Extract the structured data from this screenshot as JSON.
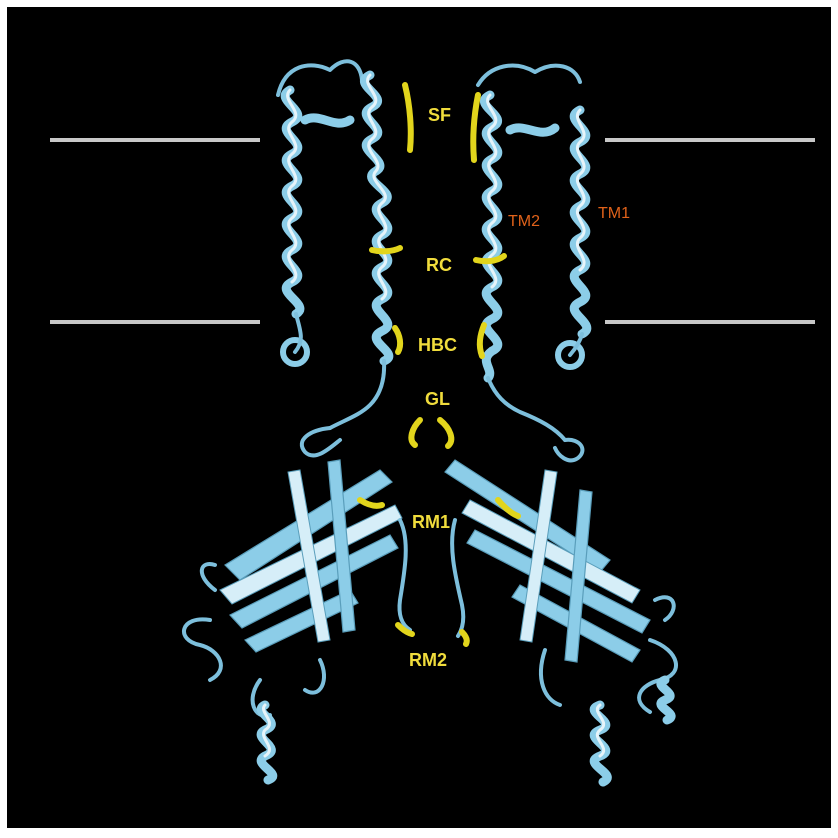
{
  "labels": {
    "sf": "SF",
    "rc": "RC",
    "hbc": "HBC",
    "gl": "GL",
    "rm1": "RM1",
    "rm2": "RM2",
    "tm1": "TM1",
    "tm2": "TM2"
  },
  "colors": {
    "background": "#000000",
    "protein": "#8ccde8",
    "highlight": "#e2d51c",
    "region_label": "#f0dc3c",
    "helix_label": "#e0621a",
    "membrane": "#c8c8c8"
  }
}
